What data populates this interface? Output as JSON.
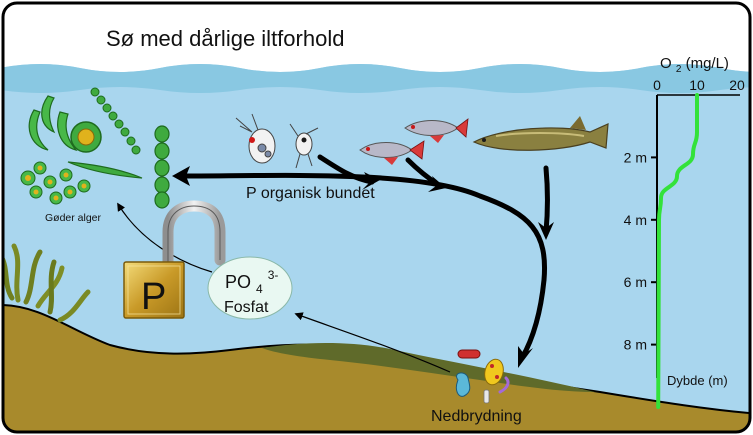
{
  "title": "Sø med dårlige iltforhold",
  "labels": {
    "organic_p": "P organisk bundet",
    "algae": "Gøder alger",
    "lock_letter": "P",
    "phosphate_formula": "PO",
    "phosphate_sub": "4",
    "phosphate_sup": "3-",
    "phosphate_name": "Fosfat",
    "decomposition": "Nedbrydning"
  },
  "oxygen_profile": {
    "axis_title_main": "O",
    "axis_title_sub": "2",
    "axis_title_unit": " (mg/L)",
    "x_ticks": [
      "0",
      "10",
      "20"
    ],
    "depth_ticks": [
      "2 m",
      "4 m",
      "6 m",
      "8 m"
    ],
    "depth_label": "Dybde (m)",
    "x_range": [
      0,
      20
    ],
    "depth_range_m": [
      0,
      10
    ],
    "profile": [
      {
        "o2": 10,
        "depth_m": 0.0
      },
      {
        "o2": 10,
        "depth_m": 1.2
      },
      {
        "o2": 9,
        "depth_m": 1.9
      },
      {
        "o2": 5,
        "depth_m": 2.6
      },
      {
        "o2": 1,
        "depth_m": 3.3
      },
      {
        "o2": 0.5,
        "depth_m": 4.0
      },
      {
        "o2": 0.3,
        "depth_m": 10.0
      }
    ],
    "line_color": "#33e23a"
  },
  "colors": {
    "water_top": "#89c8e2",
    "water": "#a9d6ee",
    "sediment": "#a88a2c",
    "sediment_dark": "#5f6a2a",
    "algae": "#39a839",
    "arrow": "#000000"
  }
}
